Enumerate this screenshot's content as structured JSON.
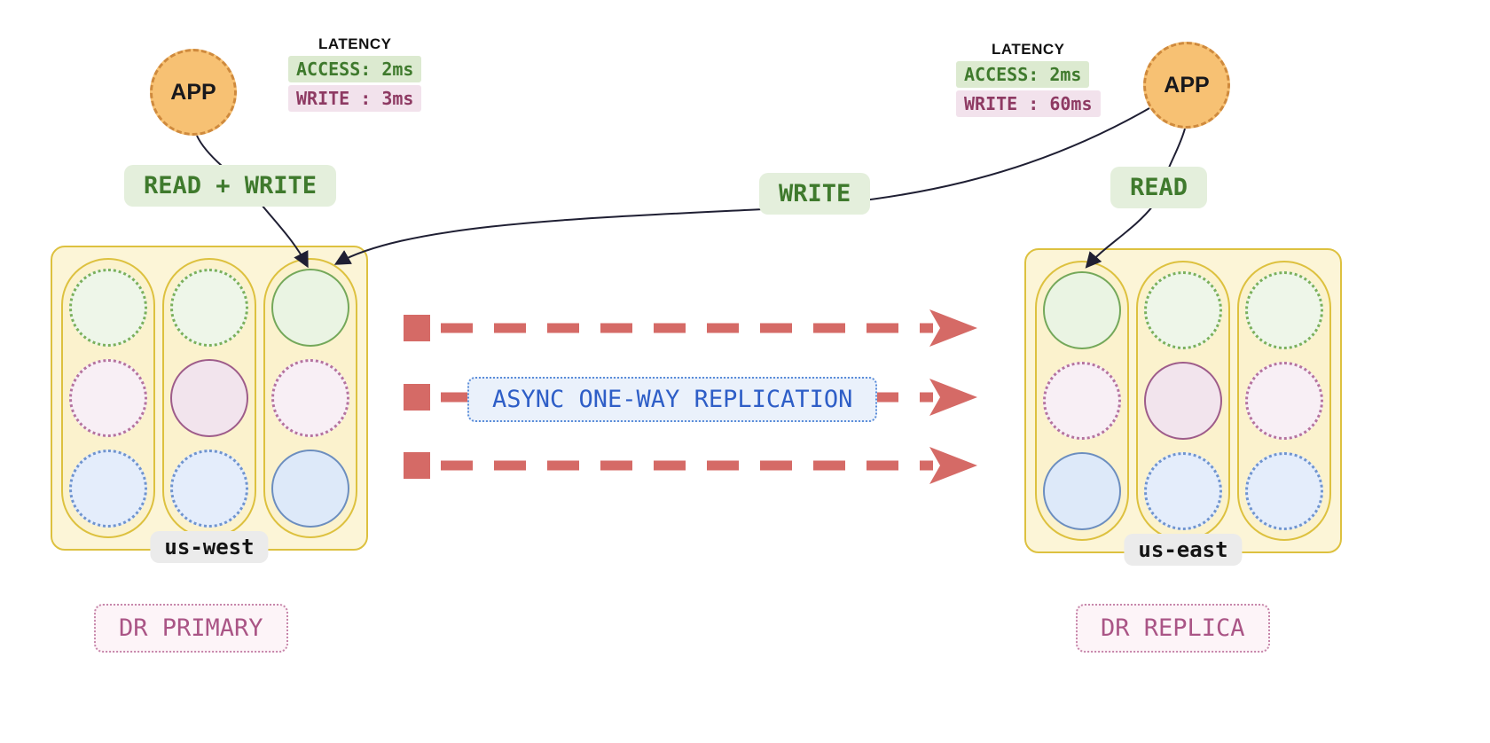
{
  "left": {
    "app_label": "APP",
    "latency": {
      "title": "LATENCY",
      "access": "ACCESS: 2ms",
      "write": "WRITE : 3ms"
    },
    "action_label": "READ + WRITE",
    "role_label": "DR PRIMARY"
  },
  "right": {
    "app_label": "APP",
    "latency": {
      "title": "LATENCY",
      "access": "ACCESS: 2ms",
      "write": "WRITE : 60ms"
    },
    "action_label": "READ",
    "role_label": "DR REPLICA"
  },
  "middle": {
    "write_label": "WRITE",
    "replication_label": "ASYNC ONE-WAY REPLICATION"
  },
  "clusters": {
    "west": {
      "region": "us-west",
      "columns": [
        [
          {
            "color": "green",
            "style": "dotted"
          },
          {
            "color": "purple",
            "style": "dotted"
          },
          {
            "color": "blue",
            "style": "dotted"
          }
        ],
        [
          {
            "color": "green",
            "style": "dotted"
          },
          {
            "color": "purple",
            "style": "solid"
          },
          {
            "color": "blue",
            "style": "dotted"
          }
        ],
        [
          {
            "color": "green",
            "style": "solid"
          },
          {
            "color": "purple",
            "style": "dotted"
          },
          {
            "color": "blue",
            "style": "solid"
          }
        ]
      ]
    },
    "east": {
      "region": "us-east",
      "columns": [
        [
          {
            "color": "green",
            "style": "solid"
          },
          {
            "color": "purple",
            "style": "dotted"
          },
          {
            "color": "blue",
            "style": "solid"
          }
        ],
        [
          {
            "color": "green",
            "style": "dotted"
          },
          {
            "color": "purple",
            "style": "solid"
          },
          {
            "color": "blue",
            "style": "dotted"
          }
        ],
        [
          {
            "color": "green",
            "style": "dotted"
          },
          {
            "color": "purple",
            "style": "dotted"
          },
          {
            "color": "blue",
            "style": "dotted"
          }
        ]
      ]
    }
  },
  "colors": {
    "app_fill": "#f7c173",
    "app_border": "#cf8a3d",
    "cluster_fill": "#fcf5d7",
    "cluster_border": "#ddc13f",
    "green_node_border": "#74a85a",
    "purple_node_border": "#9e5c8a",
    "blue_node_border": "#6c8ebf",
    "replication_arrow": "#d56a66",
    "action_badge_bg": "#e4efdc",
    "action_badge_text": "#3f7a2d",
    "latency_access_bg": "#dcead0",
    "latency_write_bg": "#f2e2ec",
    "latency_write_text": "#8e3a63",
    "async_label_text": "#2e5ec7",
    "dr_label_text": "#aa5586",
    "connector_line": "#1f1f33"
  }
}
